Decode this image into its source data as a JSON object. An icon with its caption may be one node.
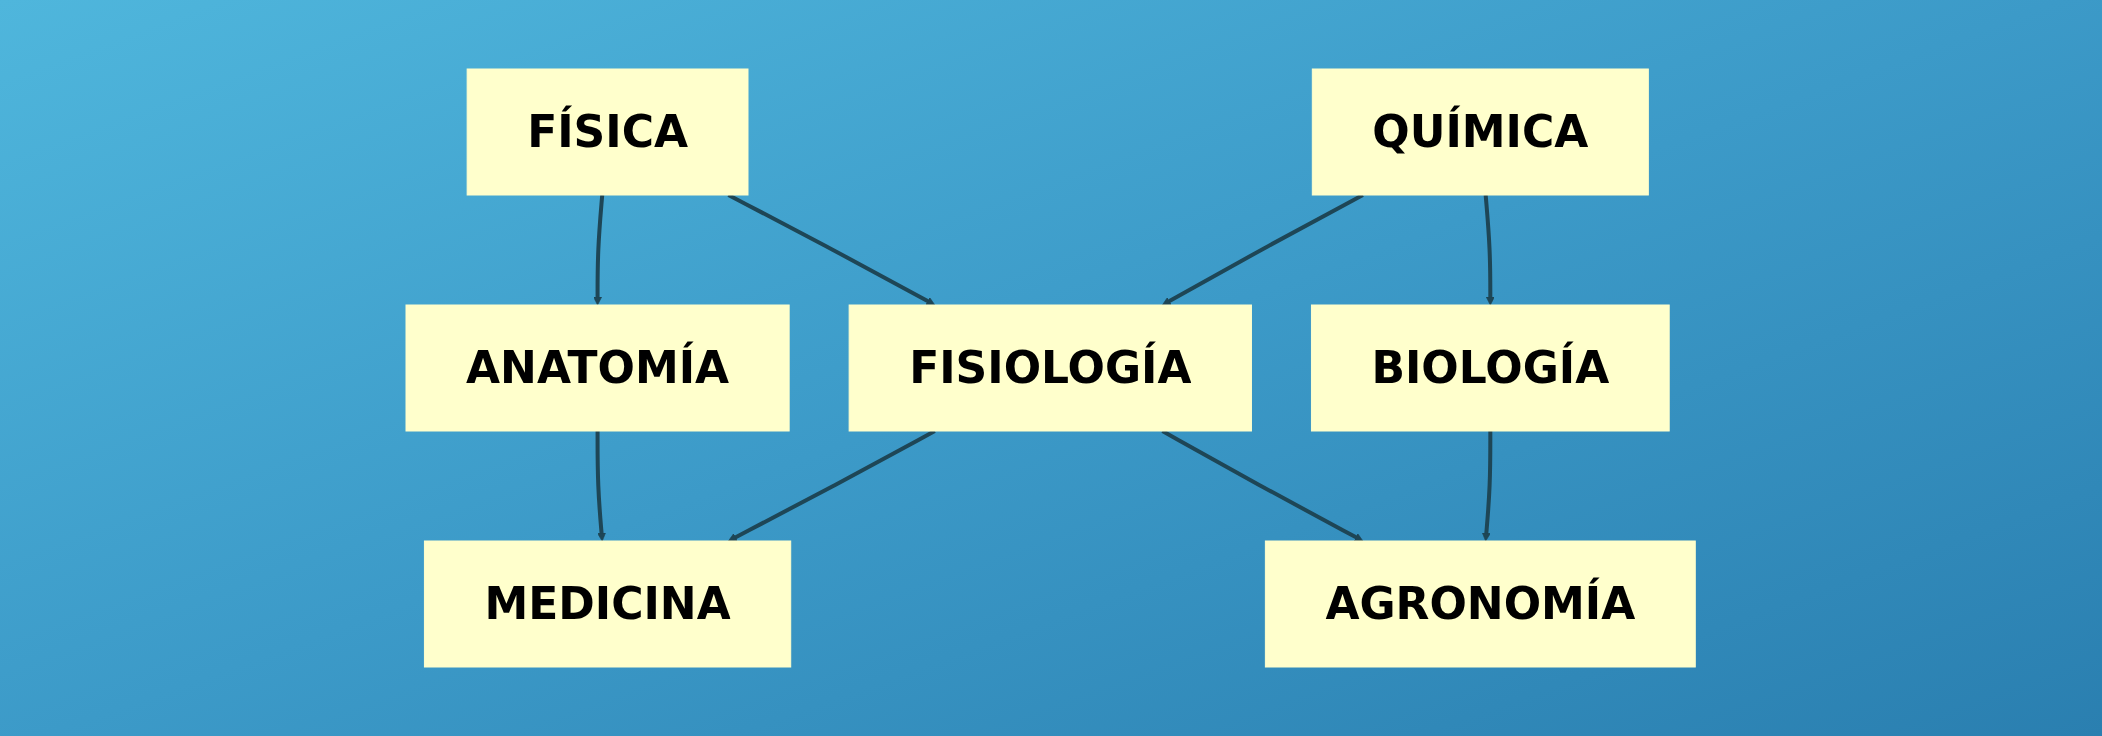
{
  "diagram": {
    "nodes": [
      {
        "text": [
          "FÍSICA"
        ]
      },
      {
        "text": [
          "QUÍMICA"
        ]
      },
      {
        "text": [
          "ANATOMÍA"
        ]
      },
      {
        "text": [
          "FISIOLOGÍA"
        ]
      },
      {
        "text": [
          "BIOLOGÍA"
        ]
      },
      {
        "text": [
          "MEDICINA"
        ]
      },
      {
        "text": [
          "AGRONOMÍA"
        ]
      }
    ],
    "edges": [
      {
        "from": 0,
        "to": 2,
        "arrow": "to"
      },
      {
        "from": 0,
        "to": 3,
        "arrow": "to"
      },
      {
        "from": 1,
        "to": 3,
        "arrow": "to"
      },
      {
        "from": 1,
        "to": 4,
        "arrow": "to"
      },
      {
        "from": 2,
        "to": 5,
        "arrow": "to"
      },
      {
        "from": 3,
        "to": 5,
        "arrow": "to"
      },
      {
        "from": 3,
        "to": 6,
        "arrow": "to"
      },
      {
        "from": 4,
        "to": 6,
        "arrow": "to"
      }
    ]
  }
}
